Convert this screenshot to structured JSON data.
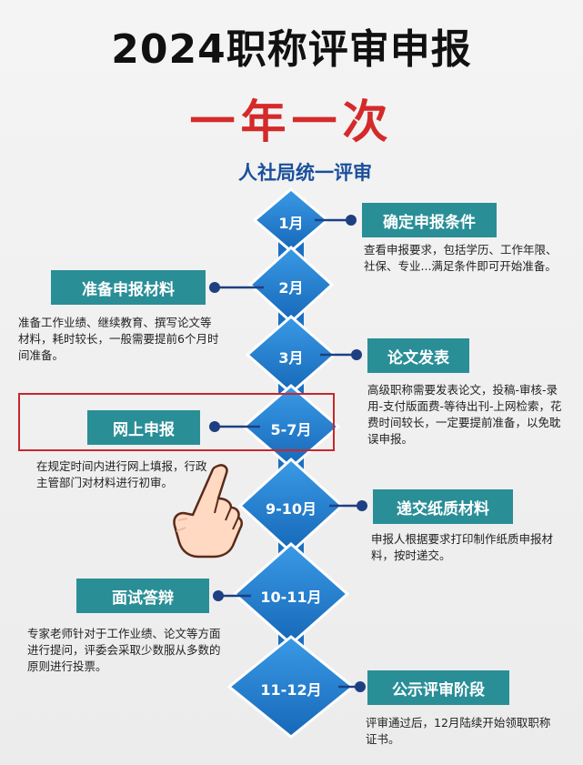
{
  "title": "2024职称评审申报",
  "subtitle": "一年一次",
  "tagline": "人社局统一评审",
  "steps": [
    {
      "month": "1月",
      "label": "确定申报条件",
      "desc": "查看申报要求，包括学历、工作年限、社保、专业...满足条件即可开始准备。"
    },
    {
      "month": "2月",
      "label": "准备申报材料",
      "desc": "准备工作业绩、继续教育、撰写论文等材料，耗时较长，一般需要提前6个月时间准备。"
    },
    {
      "month": "3月",
      "label": "论文发表",
      "desc": "高级职称需要发表论文，投稿-审核-录用-支付版面费-等待出刊-上网检索，花费时间较长，一定要提前准备，以免耽误申报。"
    },
    {
      "month": "5-7月",
      "label": "网上申报",
      "desc": "在规定时间内进行网上填报，行政主管部门对材料进行初审。"
    },
    {
      "month": "9-10月",
      "label": "递交纸质材料",
      "desc": "申报人根据要求打印制作纸质申报材料，按时递交。"
    },
    {
      "month": "10-11月",
      "label": "面试答辩",
      "desc": "专家老师针对于工作业绩、论文等方面进行提问，评委会采取少数服从多数的原则进行投票。"
    },
    {
      "month": "11-12月",
      "label": "公示评审阶段",
      "desc": "评审通过后，12月陆续开始领取职称证书。"
    }
  ],
  "colors": {
    "diamond": "#1e7fd1",
    "box": "#2a8e97",
    "line": "#1e3f82",
    "highlight": "#c8262c",
    "title": "#111111",
    "subtitle": "#d42a2a",
    "tagline": "#1b4f9c"
  }
}
